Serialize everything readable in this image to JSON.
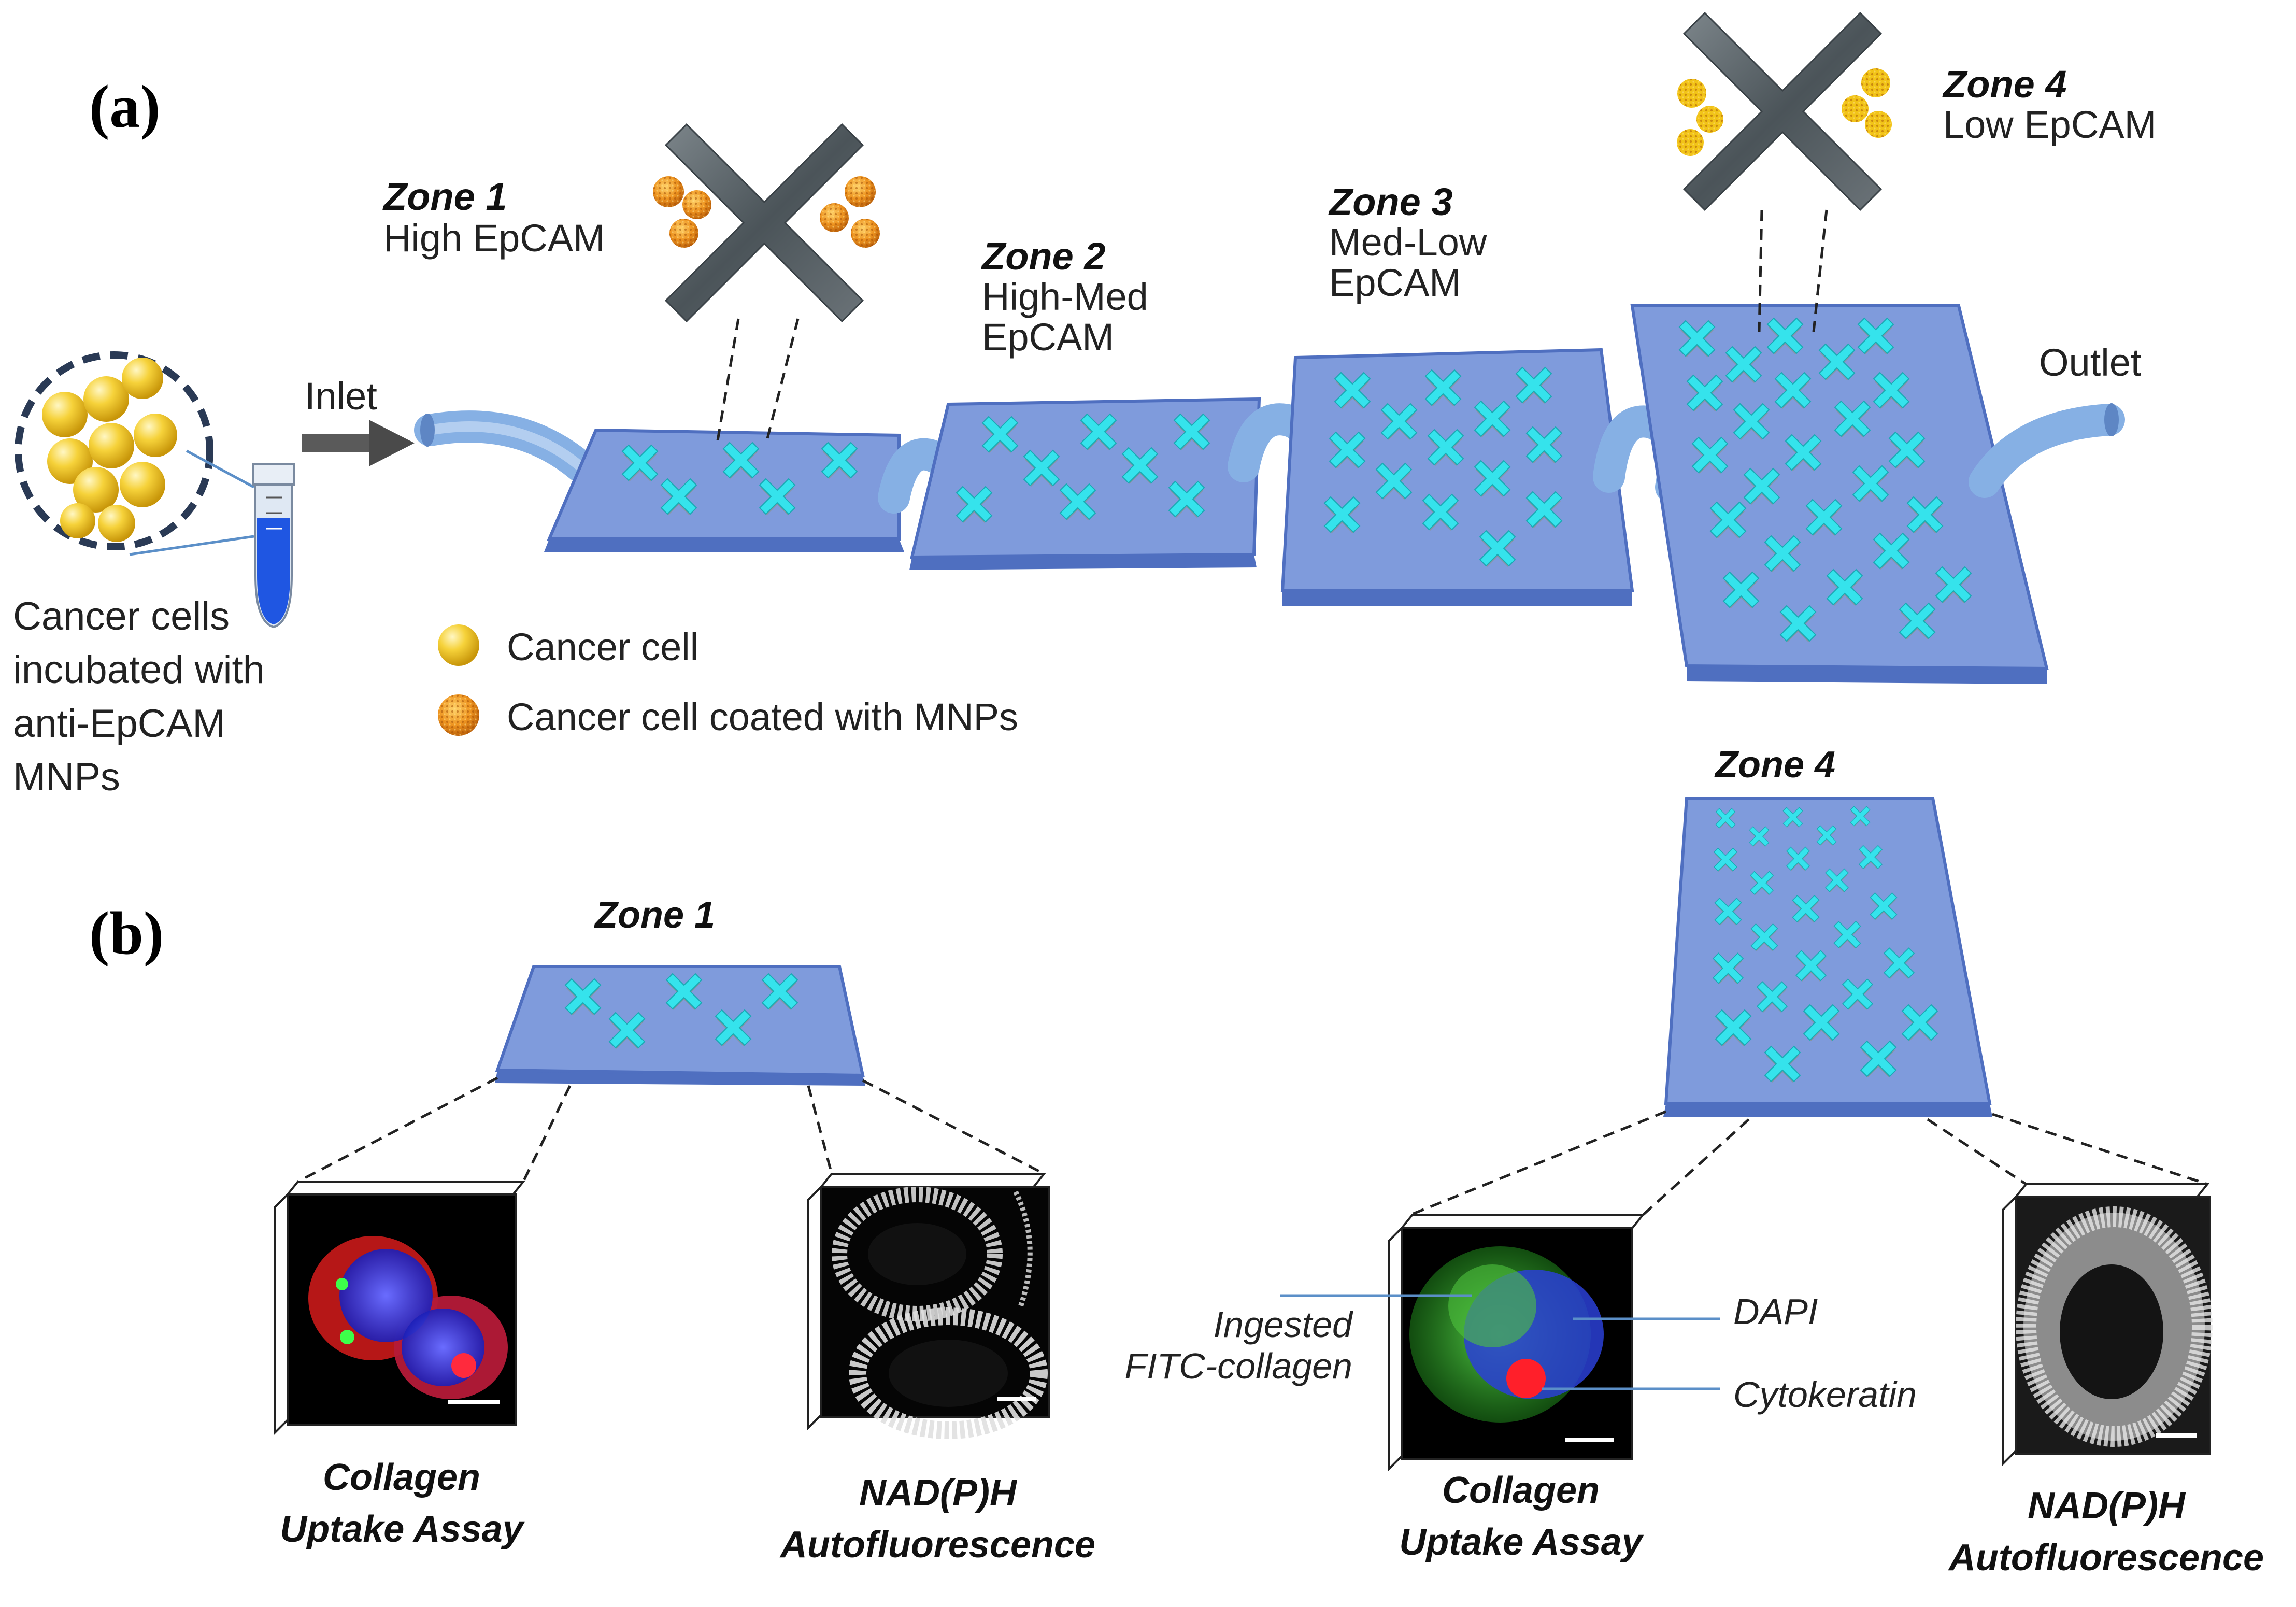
{
  "panels": {
    "a": "(a)",
    "b": "(b)"
  },
  "panel_a": {
    "inlet_label": "Inlet",
    "outlet_label": "Outlet",
    "tube_caption": [
      "Cancer cells",
      "incubated with",
      "anti-EpCAM",
      "MNPs"
    ],
    "zones": [
      {
        "title": "Zone 1",
        "lines": [
          "High EpCAM"
        ]
      },
      {
        "title": "Zone 2",
        "lines": [
          "High-Med",
          "EpCAM"
        ]
      },
      {
        "title": "Zone 3",
        "lines": [
          "Med-Low",
          "EpCAM"
        ]
      },
      {
        "title": "Zone 4",
        "lines": [
          "Low EpCAM"
        ]
      }
    ],
    "legend": [
      {
        "label": "Cancer cell",
        "marker": "yellow-sphere"
      },
      {
        "label": "Cancer cell coated with MNPs",
        "marker": "orange-textured-sphere"
      }
    ]
  },
  "panel_b": {
    "zone1_title": "Zone 1",
    "zone4_title": "Zone 4",
    "captions": {
      "collagen": [
        "Collagen",
        "Uptake Assay"
      ],
      "nadph": [
        "NAD(P)H",
        "Autofluorescence"
      ]
    },
    "annotations": {
      "ingested": [
        "Ingested",
        "FITC-collagen"
      ],
      "dapi": "DAPI",
      "cytokeratin": "Cytokeratin"
    }
  },
  "colors": {
    "chip_fill": "#7f9bdc",
    "chip_edge": "#4f6fc0",
    "post_fill": "#35e3ec",
    "post_shadow": "#8a9aa8",
    "tube": "#86b0e4",
    "cell_yellow": "#f3c21a",
    "cell_orange": "#e98a18",
    "arrow_gray": "#555555",
    "annotation_line": "#5b8fc8"
  },
  "icons": {
    "tube": "centrifuge-tube-icon",
    "arrow": "inlet-arrow-icon",
    "x_mag": "cross-post-magnified-icon"
  }
}
